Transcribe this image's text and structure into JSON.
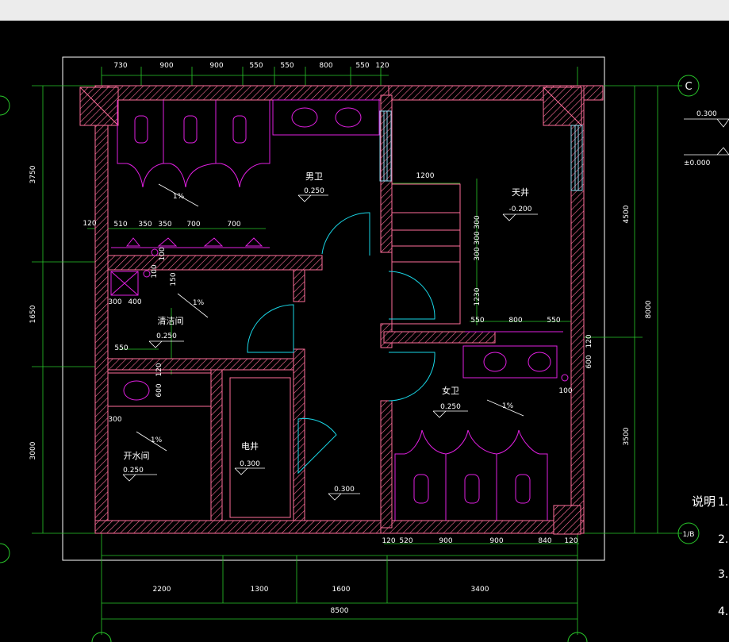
{
  "colors": {
    "background": "#000000",
    "wall": "#ff6e9a",
    "dimension": "#29c82a",
    "fixture": "#e11fe1",
    "door": "#19d6e6",
    "text": "#ffffff",
    "frame": "#ffffff",
    "window": "#8fd8f0",
    "topbar": "#ececec"
  },
  "top_dims": [
    "730",
    "900",
    "900",
    "550",
    "550",
    "800",
    "550",
    "120"
  ],
  "urinal_dims": [
    "120",
    "510",
    "350",
    "350",
    "700",
    "700"
  ],
  "mid_dims": [
    "550",
    "800",
    "550"
  ],
  "bottom_dims_small": [
    "120",
    "520",
    "900",
    "900",
    "840",
    "120"
  ],
  "bottom_dims": [
    "2200",
    "1300",
    "1600",
    "3400"
  ],
  "bottom_total": "8500",
  "left_dims": [
    "3750",
    "1650",
    "3000"
  ],
  "right_dims": [
    "4500",
    "8000",
    "3500"
  ],
  "stair_dims": [
    "1200",
    "300",
    "300",
    "300",
    "1230"
  ],
  "misc_dims": {
    "d100a": "100",
    "d150": "150",
    "d300": "300",
    "d400": "400",
    "d550": "550",
    "d120b": "120",
    "d600": "600",
    "d300b": "300",
    "d100b": "100",
    "d120c": "120",
    "d600b": "600"
  },
  "rooms": {
    "mens": {
      "name": "男卫",
      "level": "0.250",
      "slope": "1%"
    },
    "skylight": {
      "name": "天井",
      "level": "-0.200"
    },
    "cleaning": {
      "name": "清洁间",
      "level": "0.250",
      "slope": "1%"
    },
    "water": {
      "name": "开水间",
      "level": "0.250",
      "slope": "1%"
    },
    "elec": {
      "name": "电井",
      "level": "0.300"
    },
    "womens": {
      "name": "女卫",
      "level": "0.250",
      "slope": "1%"
    },
    "corridor": {
      "level": "0.300"
    }
  },
  "axes": {
    "c": "C",
    "b": "1/B"
  },
  "legend": {
    "level1": "0.300",
    "level2": "±0.000"
  },
  "notes": {
    "title": "说明",
    "items": [
      "1.",
      "2.",
      "3.",
      "4."
    ]
  }
}
